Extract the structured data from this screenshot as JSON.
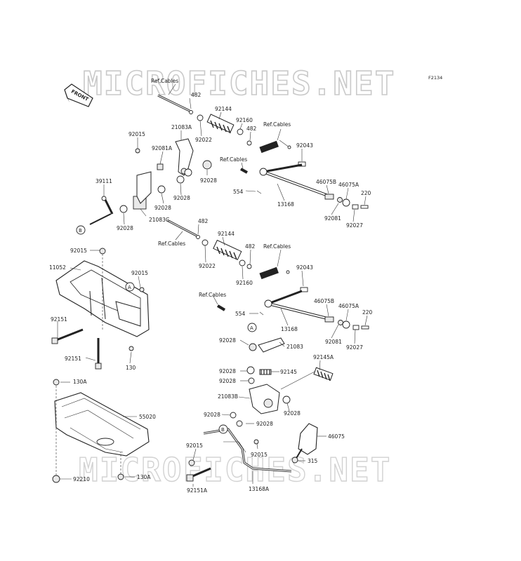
{
  "watermark": {
    "top": "MICROFICHES.NET",
    "bottom": "MICROFICHES.NET"
  },
  "figure_code": "F2134",
  "front_label": "FRONT",
  "markers": {
    "a": "A",
    "b": "B"
  },
  "parts": {
    "ref_cables_1": "Ref.Cables",
    "p482_1": "482",
    "p92144_1": "92144",
    "p92160_1": "92160",
    "p482_2": "482",
    "ref_cables_2": "Ref.Cables",
    "p21083a": "21083A",
    "p92022_1": "92022",
    "p92015_1": "92015",
    "p92081a": "92081A",
    "ref_cables_3": "Ref.Cables",
    "p92043_1": "92043",
    "p39111": "39111",
    "p92028_1": "92028",
    "p92028_2": "92028",
    "p92028_3": "92028",
    "p92028_4": "92028",
    "p21083c": "21083C",
    "p554_1": "554",
    "p13168_1": "13168",
    "p46075b_1": "46075B",
    "p46075a_1": "46075A",
    "p220_1": "220",
    "p92081_1": "92081",
    "p92027_1": "92027",
    "p482_3": "482",
    "ref_cables_4": "Ref.Cables",
    "p92144_2": "92144",
    "p92015_2": "92015",
    "p482_4": "482",
    "ref_cables_5": "Ref.Cables",
    "p92022_2": "92022",
    "p92160_2": "92160",
    "p11052": "11052",
    "p92015_3": "92015",
    "p92043_2": "92043",
    "ref_cables_6": "Ref.Cables",
    "p46075b_2": "46075B",
    "p46075a_2": "46075A",
    "p554_2": "554",
    "p220_2": "220",
    "p13168_2": "13168",
    "p92151_1": "92151",
    "p92081_2": "92081",
    "p92027_2": "92027",
    "p92028_5": "92028",
    "p21083": "21083",
    "p92151_2": "92151",
    "p130_1": "130",
    "p92145a": "92145A",
    "p92028_6": "92028",
    "p92145": "92145",
    "p130a_1": "130A",
    "p92028_7": "92028",
    "p21083b": "21083B",
    "p55020": "55020",
    "p92028_8": "92028",
    "p92028_9": "92028",
    "p92028_10": "92028",
    "p46075": "46075",
    "p92015_4": "92015",
    "p92015_5": "92015",
    "p315": "315",
    "p130a_2": "130A",
    "p92210": "92210",
    "p92151a": "92151A",
    "p13168a": "13168A"
  }
}
